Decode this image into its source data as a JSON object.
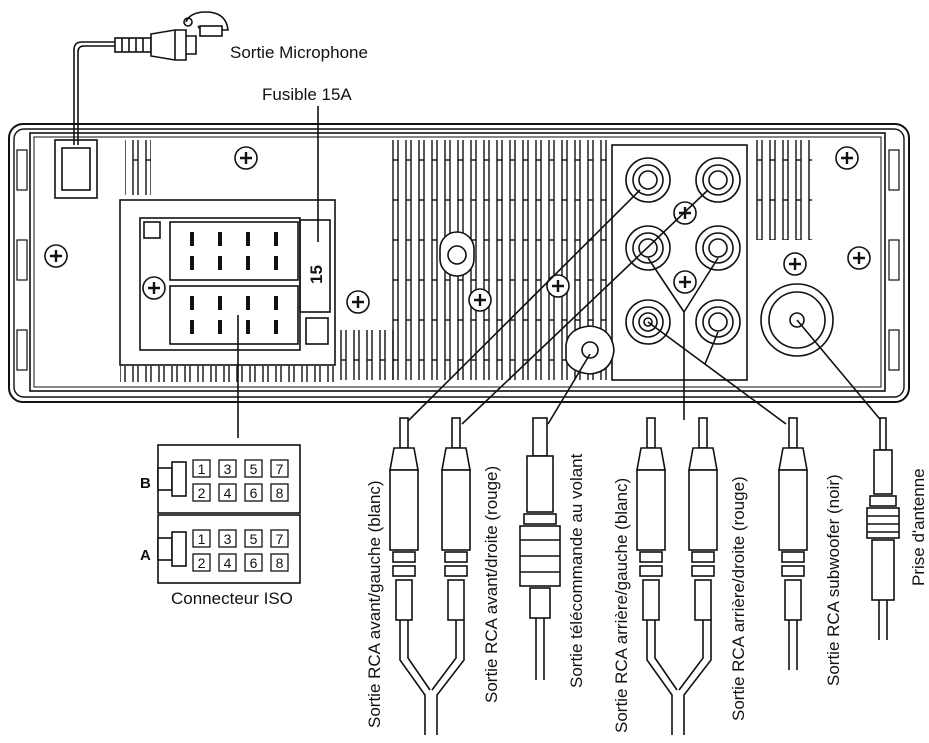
{
  "labels": {
    "microphone": "Sortie Microphone",
    "fuse": "Fusible 15A",
    "fuse_value": "15",
    "iso_connector": "Connecteur ISO",
    "iso_row_b": "B",
    "iso_row_a": "A",
    "iso_pins": [
      "1",
      "3",
      "5",
      "7",
      "2",
      "4",
      "6",
      "8"
    ],
    "rca_front_left": "Sortie RCA avant/gauche (blanc)",
    "rca_front_right": "Sortie RCA avant/droite (rouge)",
    "steering_remote": "Sortie télécommande au volant",
    "rca_rear_left": "Sortie RCA arrière/gauche (blanc)",
    "rca_rear_right": "Sortie RCA arrière/droite (rouge)",
    "rca_subwoofer": "Sortie RCA subwoofer (noir)",
    "antenna": "Prise d'antenne"
  }
}
